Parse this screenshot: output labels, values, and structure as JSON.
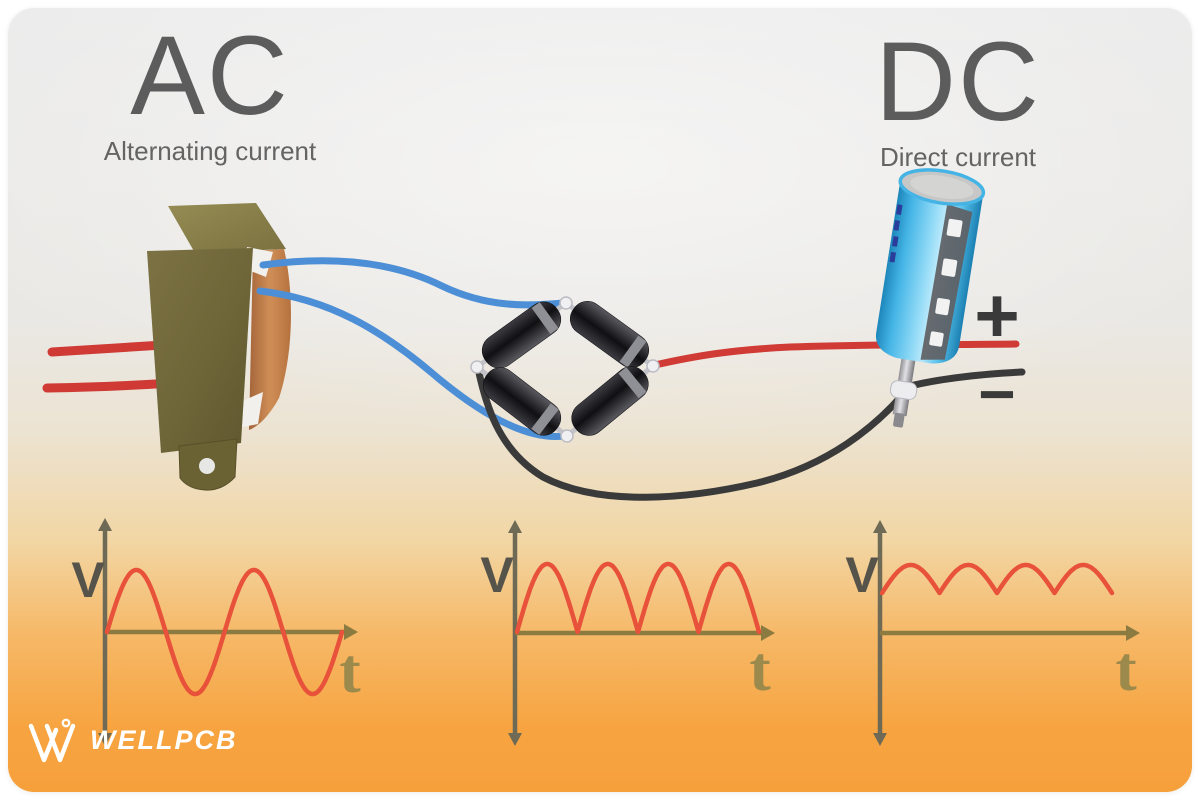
{
  "headers": {
    "ac": {
      "title": "AC",
      "subtitle": "Alternating current"
    },
    "dc": {
      "title": "DC",
      "subtitle": "Direct current"
    }
  },
  "polarity": {
    "plus": "+",
    "minus": "−"
  },
  "brand": {
    "name": "WELLPCB"
  },
  "illustrations": {
    "left_component": "transformer",
    "middle_component": "diode-bridge-rectifier",
    "right_component": "electrolytic-capacitor"
  },
  "colors": {
    "axis_vertical": "#6e6a55",
    "axis_horizontal": "#8c7b40",
    "wave": "#e8513a",
    "wire_red": "#d03b35",
    "wire_blue": "#4d8fd6",
    "wire_black": "#3a3a3a",
    "title_gray": "#5c5c5c",
    "plus_minus": "#3a3a3a",
    "label_v": "#56544a",
    "label_t": "#9c8a4c",
    "card_top": "#ececec",
    "card_bottom": "#f6a03c",
    "logo_white": "#ffffff"
  },
  "chart_data": [
    {
      "id": "ac-waveform",
      "type": "line",
      "waveform": "sine",
      "title": "AC — alternating voltage",
      "xlabel": "t",
      "ylabel": "V",
      "cycles": 2,
      "amplitude": 1,
      "x_range": [
        0,
        2
      ],
      "y_range": [
        -1,
        1
      ],
      "grid": false,
      "color": "#e8513a",
      "description": "Sine wave swinging equally above and below zero volts, two full cycles shown"
    },
    {
      "id": "rectified-waveform",
      "type": "line",
      "waveform": "rectified",
      "title": "After diode bridge — full-wave rectified",
      "xlabel": "t",
      "ylabel": "V",
      "humps": 4,
      "amplitude": 1,
      "x_range": [
        0,
        2
      ],
      "y_range": [
        0,
        1
      ],
      "grid": false,
      "color": "#e8513a",
      "description": "Absolute-value sine: four positive half-sine humps touching zero between peaks"
    },
    {
      "id": "dc-waveform",
      "type": "line",
      "waveform": "ripple",
      "title": "After capacitor filter — smoothed DC with ripple",
      "xlabel": "t",
      "ylabel": "V",
      "ripples": 4,
      "dc_level": 0.85,
      "ripple_amplitude": 0.15,
      "x_range": [
        0,
        2
      ],
      "y_range": [
        0,
        1
      ],
      "grid": false,
      "color": "#e8513a",
      "description": "Nearly constant positive voltage with four small ripple scallops"
    }
  ]
}
